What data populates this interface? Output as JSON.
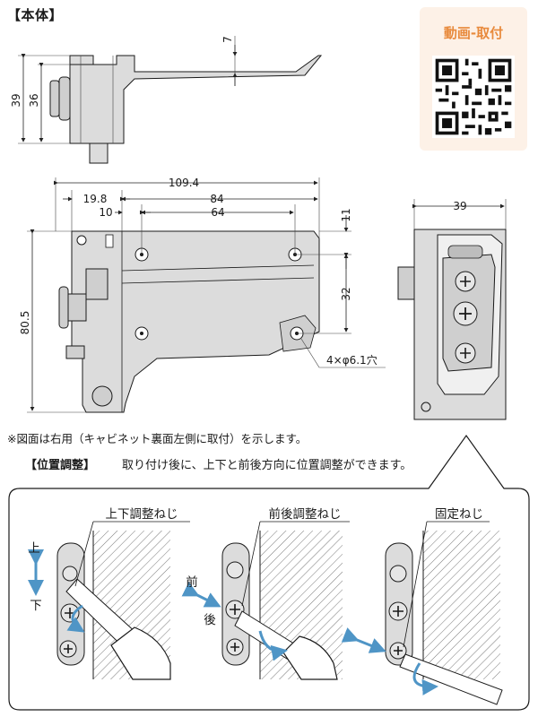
{
  "title": "【本体】",
  "qr": {
    "label": "動画-取付"
  },
  "dimensions": {
    "side_view": {
      "top_offset": "7",
      "height_total": "39",
      "height_inner": "36"
    },
    "front_view": {
      "width_total": "109.4",
      "width_84": "84",
      "offset_19_8": "19.8",
      "offset_10": "10",
      "pitch_64": "64",
      "height_80_5": "80.5",
      "offset_11": "11",
      "pitch_32": "32",
      "hole_label": "4×φ6.1穴"
    },
    "end_view": {
      "width_39": "39"
    }
  },
  "note": "※図面は右用（キャビネット裏面左側に取付）を示します。",
  "adjustment": {
    "title": "【位置調整】",
    "description": "取り付け後に、上下と前後方向に位置調整ができます。",
    "screws": [
      {
        "name": "上下調整ねじ",
        "dir_a": "上",
        "dir_b": "下"
      },
      {
        "name": "前後調整ねじ",
        "dir_a": "前",
        "dir_b": "後"
      },
      {
        "name": "固定ねじ"
      }
    ]
  },
  "colors": {
    "accent": "#e88a3c",
    "arrow": "#4f95c6",
    "part_fill": "#dcdcdc",
    "line": "#1a1a1a"
  }
}
